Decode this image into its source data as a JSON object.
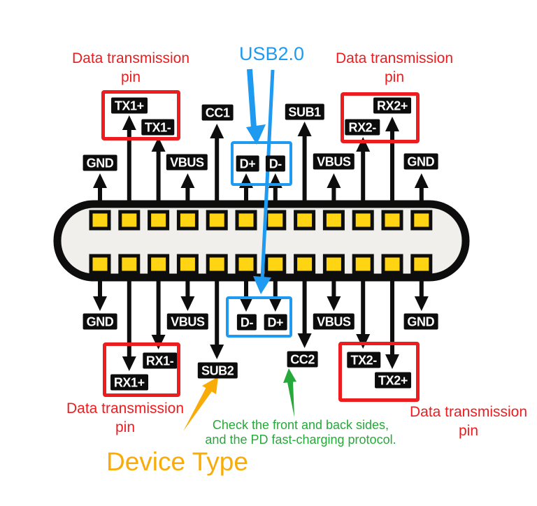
{
  "colors": {
    "red": "#ec1c1f",
    "blue": "#1e9af0",
    "green": "#27a83a",
    "orange": "#f9ab08",
    "pin_gold": "#ffd412",
    "connector_fill": "#f0efec",
    "outline": "#0d0d0d",
    "chip_bg": "#0c0c0c",
    "chip_text": "#ffffff"
  },
  "annotations": {
    "usb2_label": "USB2.0",
    "device_type_label": "Device Type",
    "check_note_line1": "Check the front and back sides,",
    "check_note_line2": "and the PD fast-charging protocol.",
    "data_pin_top_left": {
      "line1": "Data transmission",
      "line2": "pin"
    },
    "data_pin_top_right": {
      "line1": "Data transmission",
      "line2": "pin"
    },
    "data_pin_bottom_left": {
      "line1": "Data transmission",
      "line2": "pin"
    },
    "data_pin_bottom_right": {
      "line1": "Data transmission",
      "line2": "pin"
    }
  },
  "connector": {
    "top_pins": [
      "GND",
      "TX1+",
      "TX1-",
      "VBUS",
      "CC1",
      "D+",
      "D-",
      "SUB1",
      "VBUS",
      "RX2-",
      "RX2+",
      "GND"
    ],
    "bottom_pins": [
      "GND",
      "RX1+",
      "RX1-",
      "VBUS",
      "SUB2",
      "D-",
      "D+",
      "CC2",
      "VBUS",
      "TX2-",
      "TX2+",
      "GND"
    ]
  }
}
